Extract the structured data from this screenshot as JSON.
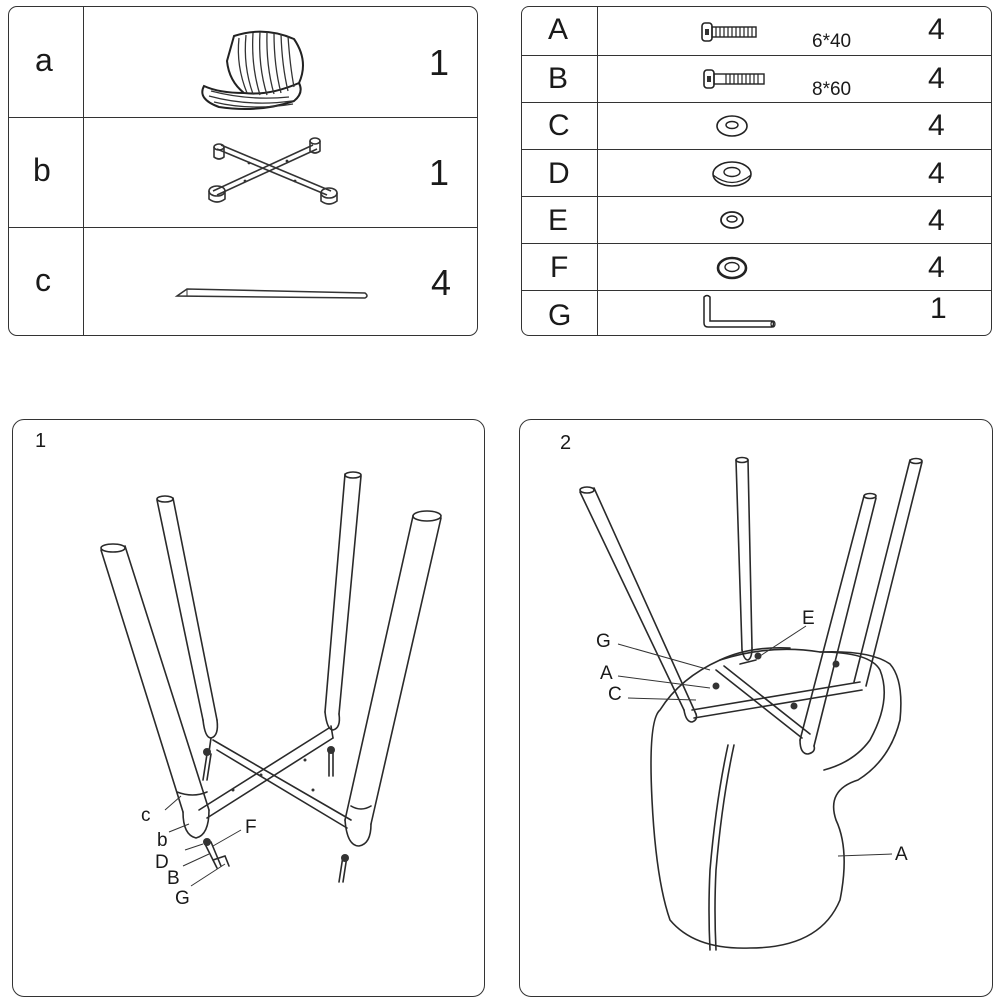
{
  "parts_left": [
    {
      "letter": "a",
      "qty": "1",
      "icon": "seat-shell-icon"
    },
    {
      "letter": "b",
      "qty": "1",
      "icon": "cross-frame-icon"
    },
    {
      "letter": "c",
      "qty": "4",
      "icon": "leg-tube-icon"
    }
  ],
  "parts_right": [
    {
      "letter": "A",
      "size": "6*40",
      "qty": "4",
      "icon": "short-bolt-icon"
    },
    {
      "letter": "B",
      "size": "8*60",
      "qty": "4",
      "icon": "long-bolt-icon"
    },
    {
      "letter": "C",
      "size": "",
      "qty": "4",
      "icon": "flat-washer-icon"
    },
    {
      "letter": "D",
      "size": "",
      "qty": "4",
      "icon": "large-washer-icon"
    },
    {
      "letter": "E",
      "size": "",
      "qty": "4",
      "icon": "small-washer-icon"
    },
    {
      "letter": "F",
      "size": "",
      "qty": "4",
      "icon": "spring-washer-icon"
    },
    {
      "letter": "G",
      "size": "",
      "qty": "1",
      "icon": "allen-key-icon"
    }
  ],
  "step1": {
    "number": "1",
    "callouts": {
      "c": "c",
      "b": "b",
      "F": "F",
      "D": "D",
      "B": "B",
      "G": "G"
    }
  },
  "step2": {
    "number": "2",
    "callouts": {
      "G": "G",
      "A": "A",
      "C": "C",
      "E": "E",
      "A2": "A"
    }
  }
}
